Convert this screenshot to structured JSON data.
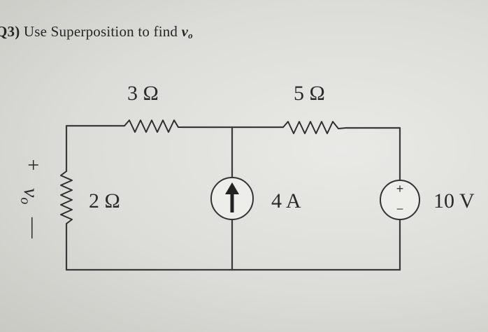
{
  "question": {
    "number": "Q3)",
    "text": "Use Superposition to find",
    "variable": "v",
    "subscript": "o"
  },
  "circuit": {
    "resistor_top_left": "3 Ω",
    "resistor_top_right": "5 Ω",
    "resistor_left": "2 Ω",
    "current_source": "4 A",
    "voltage_source": "10 V",
    "output_variable": "v",
    "output_subscript": "o",
    "plus_sign": "+",
    "minus_sign": "—",
    "source_plus": "+",
    "source_minus": "−"
  }
}
